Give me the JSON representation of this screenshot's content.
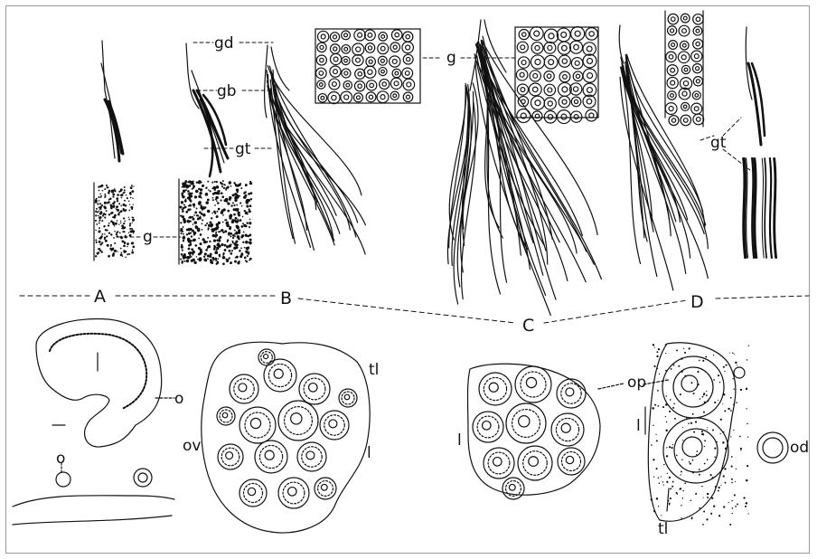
{
  "figure": {
    "stage_labels": [
      "A",
      "B",
      "C",
      "D"
    ],
    "top_labels": {
      "gd": "gd",
      "gb": "gb",
      "gt": "gt",
      "g": "g"
    },
    "bottom_labels": {
      "l": "l",
      "o": "o",
      "ov": "ov",
      "tl": "tl",
      "op": "op",
      "od": "od"
    }
  },
  "colors": {
    "ink": "#111111",
    "frame": "#9a9a9a",
    "background": "#ffffff"
  }
}
